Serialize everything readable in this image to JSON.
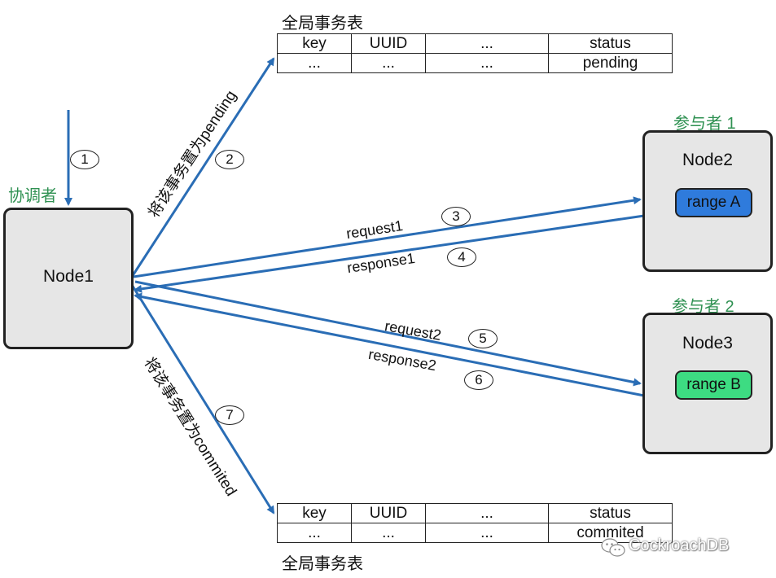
{
  "coordinator": {
    "role_label": "协调者",
    "node_label": "Node1"
  },
  "participants": [
    {
      "role_label": "参与者 1",
      "node_label": "Node2",
      "range_label": "range A",
      "range_color": "#2f7bdc"
    },
    {
      "role_label": "参与者 2",
      "node_label": "Node3",
      "range_label": "range B",
      "range_color": "#3ddc82"
    }
  ],
  "tables": {
    "top": {
      "title": "全局事务表",
      "header": [
        "key",
        "UUID",
        "...",
        "status"
      ],
      "row": [
        "...",
        "...",
        "...",
        "pending"
      ]
    },
    "bottom": {
      "title": "全局事务表",
      "header": [
        "key",
        "UUID",
        "...",
        "status"
      ],
      "row": [
        "...",
        "...",
        "...",
        "commited"
      ]
    }
  },
  "edges": {
    "set_pending": "将该事务置为pending",
    "set_committed": "将该事务置为commited",
    "request1": "request1",
    "response1": "response1",
    "request2": "request2",
    "response2": "response2"
  },
  "steps": [
    "1",
    "2",
    "3",
    "4",
    "5",
    "6",
    "7"
  ],
  "colors": {
    "arrow": "#2a6db5",
    "role_text": "#2f9152",
    "node_fill": "#e6e6e6"
  },
  "watermark": {
    "text": "CockroachDB",
    "icon": "wechat-icon"
  }
}
